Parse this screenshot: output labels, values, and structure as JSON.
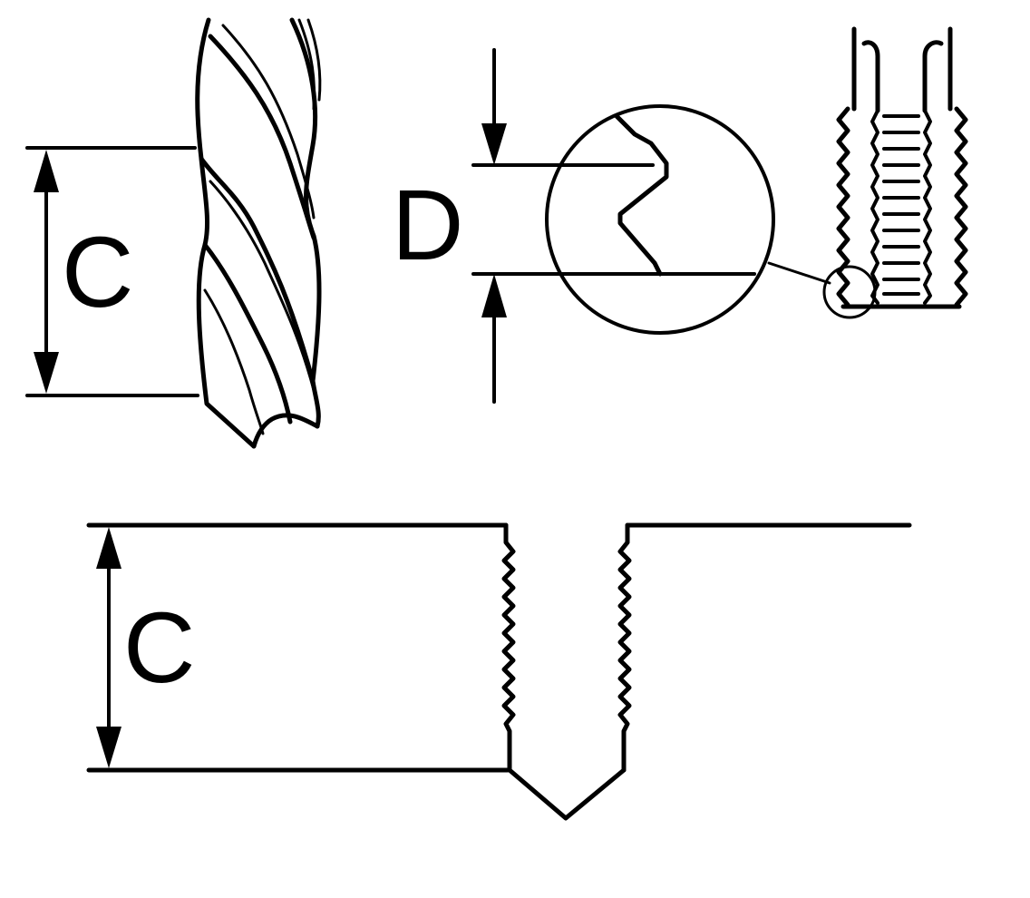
{
  "diagram": {
    "labels": {
      "drill_depth": "C",
      "thread_depth": "D",
      "hole_depth": "C"
    }
  },
  "colors": {
    "ink": "#000000",
    "background": "#ffffff"
  }
}
